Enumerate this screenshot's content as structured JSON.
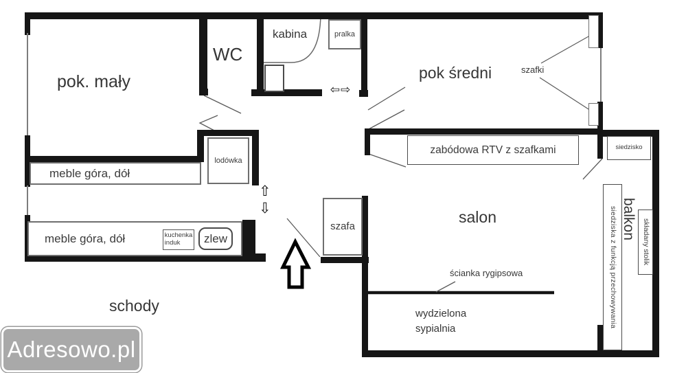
{
  "plan": {
    "rooms": {
      "pok_maly": "pok. mały",
      "wc": "WC",
      "kabina": "kabina",
      "pok_sredni": "pok średni",
      "salon": "salon",
      "schody": "schody",
      "balkon": "balkon",
      "sypialnia_line1": "wydzielona",
      "sypialnia_line2": "sypialnia"
    },
    "labels": {
      "pralka": "pralka",
      "szafki": "szafki",
      "lodowka": "lodówka",
      "meble_gora": "meble góra, dół",
      "meble_dol": "meble góra, dół",
      "kuchenka_induk": "kuchenka induk",
      "zlew": "zlew",
      "szafa": "szafa",
      "zabudowa_rtv": "zabódowa RTV z szafkami",
      "siedzisko": "siedzisko",
      "siedziska_przechowywanie": "siedziska z funkcją przechowywania",
      "skladany_stolik": "składany stolik",
      "scianka_rygipsowa": "ścianka rygipsowa"
    },
    "icons": {
      "arrow_up": "⇧",
      "arrow_down": "⇩",
      "arrow_left": "⇦",
      "arrow_right": "⇨"
    },
    "colors": {
      "wall": "#161616",
      "furniture_border": "#6e6e6e",
      "text": "#3b3b3b",
      "watermark_bg": "#a9a9a9",
      "watermark_text": "#ffffff"
    }
  },
  "watermark": {
    "text": "Adresowo.pl"
  }
}
